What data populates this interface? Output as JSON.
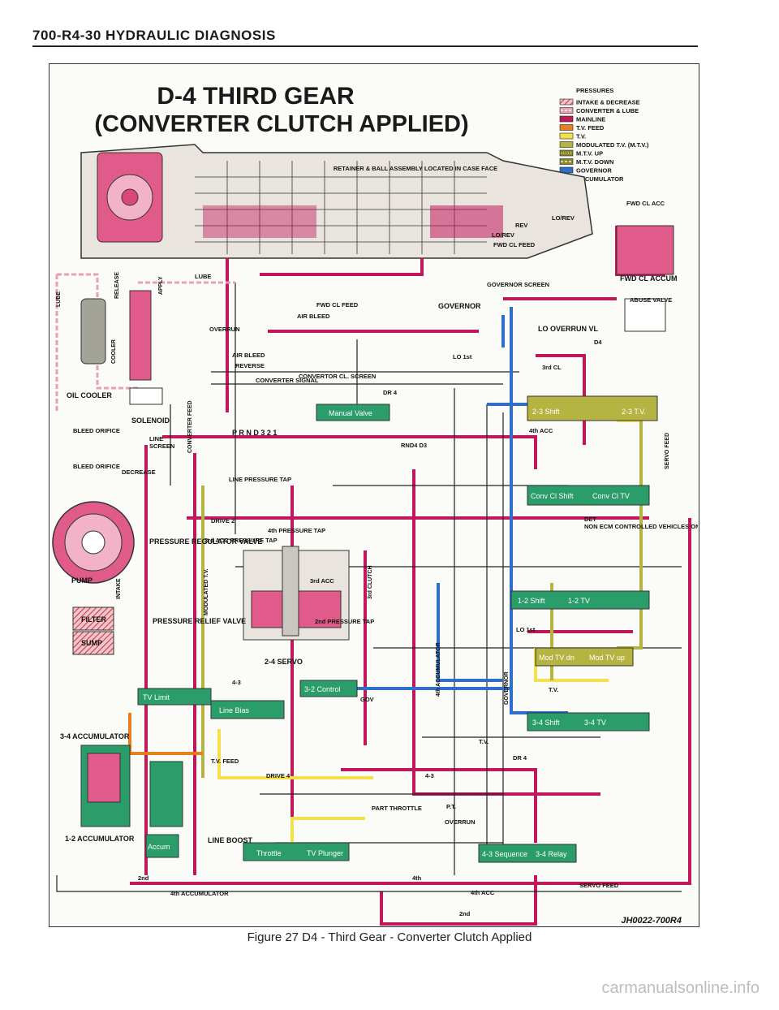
{
  "page": {
    "header": "700-R4-30   HYDRAULIC DIAGNOSIS",
    "caption": "Figure 27 D4 - Third Gear - Converter Clutch Applied",
    "reference_code": "JH0022-700R4",
    "watermark": "carmanualsonline.info"
  },
  "diagram": {
    "title_line1": "D-4 THIRD GEAR",
    "title_line2": "(CONVERTER CLUTCH APPLIED)",
    "legend_title": "PRESSURES",
    "legend": [
      {
        "label": "INTAKE & DECREASE",
        "color": "#c0392b",
        "pattern": "hatch"
      },
      {
        "label": "CONVERTER & LUBE",
        "color": "#e8a0b4",
        "pattern": "dash"
      },
      {
        "label": "MAINLINE",
        "color": "#c2185b",
        "pattern": "solid"
      },
      {
        "label": "T.V. FEED",
        "color": "#e67e22",
        "pattern": "solid"
      },
      {
        "label": "T.V.",
        "color": "#f4e04d",
        "pattern": "solid"
      },
      {
        "label": "MODULATED T.V. (M.T.V.)",
        "color": "#b5b342",
        "pattern": "solid"
      },
      {
        "label": "M.T.V. UP",
        "color": "#8a8a2a",
        "pattern": "dots"
      },
      {
        "label": "M.T.V. DOWN",
        "color": "#8a8a2a",
        "pattern": "dash"
      },
      {
        "label": "GOVERNOR",
        "color": "#2f6fc9",
        "pattern": "solid"
      },
      {
        "label": "ACCUMULATOR",
        "color": "#1e8a5a",
        "pattern": "solid"
      }
    ],
    "labels": {
      "retainer": "RETAINER & BALL ASSEMBLY LOCATED IN CASE FACE",
      "fwd_cl_acc": "FWD CL ACC",
      "lo_rev": "LO/REV",
      "rev": "REV",
      "fwd_cl_feed": "FWD CL FEED",
      "governor_screen": "GOVERNOR SCREEN",
      "governor": "GOVERNOR",
      "lo_overrun_vl": "LO OVERRUN VL",
      "fwd_cl_accum": "FWD CL ACCUM",
      "abuse_valve": "ABUSE VALVE",
      "lube": "LUBE",
      "release": "RELEASE",
      "apply": "APPLY",
      "cooler": "COOLER",
      "oil_cooler": "OIL COOLER",
      "solenoid": "SOLENOID",
      "bleed_orifice": "BLEED ORIFICE",
      "line": "LINE",
      "screen": "SCREEN",
      "decrease": "DECREASE",
      "air_bleed": "AIR BLEED",
      "overrun": "OVERRUN",
      "reverse": "REVERSE",
      "converter_signal": "CONVERTER SIGNAL",
      "converter_cl_screen": "CONVERTOR CL. SCREEN",
      "manual_valve": "Manual Valve",
      "selector": "P  R N D 3  2  1",
      "line_pressure_tap": "LINE PRESSURE TAP",
      "converter_feed": "CONVERTER FEED",
      "drive_2": "DRIVE 2",
      "third_acc_tap": "3rd ACC PRESSURE TAP",
      "fourth_tap": "4th PRESSURE TAP",
      "pressure_regulator": "PRESSURE REGULATOR VALVE",
      "pump": "PUMP",
      "intake": "INTAKE",
      "filter": "FILTER",
      "sump": "SUMP",
      "pressure_relief": "PRESSURE RELIEF VALVE",
      "modulated_tv": "MODULATED T.V.",
      "servo_24": "2-4 SERVO",
      "second_tap": "2nd PRESSURE TAP",
      "third_acc": "3rd ACC",
      "third_clutch": "3rd CLUTCH",
      "shift_23": "2-3 Shift",
      "tv_23": "2-3 T.V.",
      "fourth_acc": "4th ACC",
      "rnd4_d3": "RND4 D3",
      "dr4": "DR 4",
      "conv_cl_shift": "Conv Cl Shift",
      "conv_cl_tv": "Conv Cl TV",
      "non_ecm": "NON ECM CONTROLLED VEHICLES ONLY",
      "det": "DET",
      "shift_12": "1-2 Shift",
      "tv_12": "1-2 TV",
      "lo_1st": "LO 1st",
      "mod_tv_dn": "Mod TV dn",
      "mod_tv_up": "Mod TV up",
      "shift_34": "3-4 Shift",
      "tv_34": "3-4 TV",
      "tv_limit": "TV Limit",
      "line_bias": "Line Bias",
      "control_32": "3-2 Control",
      "gov": "GOV",
      "acc_34": "3-4 ACCUMULATOR",
      "acc_12": "1-2 ACCUMULATOR",
      "accum": "Accum",
      "tv_feed": "T.V. FEED",
      "drive_4": "DRIVE 4",
      "part_throttle": "PART THROTTLE",
      "throttle": "Throttle",
      "tv_plunger": "TV Plunger",
      "line_boost": "LINE BOOST",
      "overrun_4": "OVERRUN",
      "seq_43": "4-3 Sequence",
      "relay_34": "3-4 Relay",
      "servo_feed": "SERVO FEED",
      "fourth_accumulator": "4th ACCUMULATOR",
      "second": "2nd",
      "fourth": "4th",
      "four_three": "4-3",
      "pt": "P.T.",
      "tv": "T.V.",
      "third_cl": "3rd CL",
      "d4": "D4",
      "lo_1st_b": "LO 1st"
    }
  }
}
